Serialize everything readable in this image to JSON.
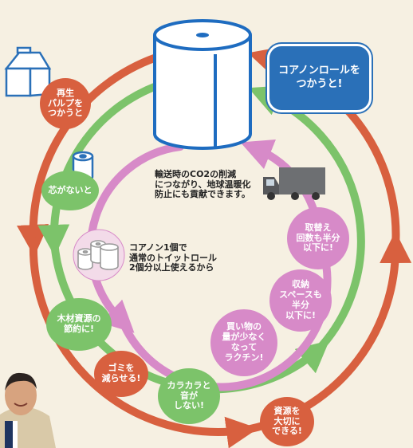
{
  "callout": "コアノンロールを\nつかうと!",
  "outer_cycle": {
    "items": [
      "再生\nパルプを\nつかうと",
      "ゴミを\n減らせる!",
      "資源を\n大切に\nできる!"
    ]
  },
  "middle_cycle": {
    "items": [
      "芯がないと",
      "木材資源の\n節約に!",
      "カラカラと\n音が\nしない!"
    ]
  },
  "inner_cycle": {
    "items": [
      "取替え\n回数も半分\n以下に!",
      "収納\nスペースも\n半分\n以下に!",
      "買い物の\n量が少なく\nなって\nラクチン!"
    ]
  },
  "center_notes": {
    "transport": "輸送時のCO2の削減\nにつながり、地球温暖化\n防止にも貢献できます。",
    "capacity": "コアノン1個で\n通常のトイットロール\n2個分以上使えるから"
  },
  "colors": {
    "outer": "#d8603f",
    "middle": "#7cc36a",
    "inner": "#d78ac8",
    "callout": "#2a70b8",
    "roll": "#1e6cc0"
  },
  "icons": [
    "milk-carton-icon",
    "toilet-roll-icon",
    "coreless-roll-icon",
    "truck-icon",
    "person-photo"
  ]
}
